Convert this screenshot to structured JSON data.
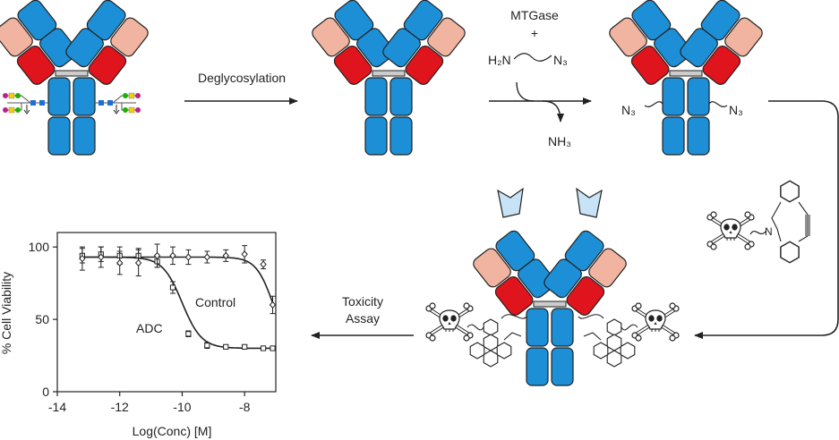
{
  "colors": {
    "heavy_blue": "#1d8fd6",
    "light_blue": "#c7e3f5",
    "red": "#e0141c",
    "salmon": "#f0b4a0",
    "hinge": "#cccccc",
    "arrow": "#222222"
  },
  "steps": {
    "deglycosylation": "Deglycosylation",
    "mtgase": "MTGase",
    "plus": "+",
    "reagent_h2n": "H₂N",
    "reagent_n3": "N₃",
    "nh3": "NH₃",
    "azide_left": "N₃",
    "azide_right": "N₃",
    "toxicity_line1": "Toxicity",
    "toxicity_line2": "Assay",
    "dbco_n": "N"
  },
  "icons": {
    "skull": "skull-crossbones-icon",
    "glycan": "glycan-icon",
    "dbco": "dbco-ring-icon"
  },
  "chart_data": {
    "type": "scatter",
    "title": "",
    "xlabel": "Log(Conc) [M]",
    "ylabel": "% Cell Viability",
    "xlim": [
      -14,
      -7
    ],
    "ylim": [
      0,
      110
    ],
    "xticks": [
      "-14",
      "-12",
      "-10",
      "-8"
    ],
    "yticks": [
      "0",
      "50",
      "100"
    ],
    "annotations": [
      "ADC",
      "Control"
    ],
    "series": [
      {
        "name": "ADC",
        "marker": "square",
        "x": [
          -13.2,
          -12.6,
          -12.0,
          -11.4,
          -10.8,
          -10.3,
          -9.8,
          -9.2,
          -8.6,
          -8.0,
          -7.4,
          -7.1
        ],
        "y": [
          94,
          95,
          94,
          94,
          90,
          72,
          40,
          32,
          31,
          31,
          30,
          30
        ],
        "err": [
          5,
          5,
          6,
          5,
          4,
          4,
          2,
          2,
          1,
          1,
          1,
          1
        ]
      },
      {
        "name": "Control",
        "marker": "diamond",
        "x": [
          -13.2,
          -12.6,
          -12.0,
          -11.4,
          -10.8,
          -10.3,
          -9.8,
          -9.2,
          -8.6,
          -8.0,
          -7.4,
          -7.1
        ],
        "y": [
          92,
          93,
          89,
          89,
          94,
          94,
          93,
          93,
          94,
          95,
          88,
          60
        ],
        "err": [
          8,
          7,
          8,
          9,
          8,
          6,
          5,
          4,
          4,
          6,
          3,
          6
        ]
      }
    ],
    "fits": [
      {
        "name": "ADC",
        "top": 93,
        "bottom": 30,
        "ec50": -10.0,
        "hill": 1.4
      },
      {
        "name": "Control",
        "top": 93,
        "bottom": 30,
        "ec50": -7.1,
        "hill": 1.6
      }
    ]
  }
}
